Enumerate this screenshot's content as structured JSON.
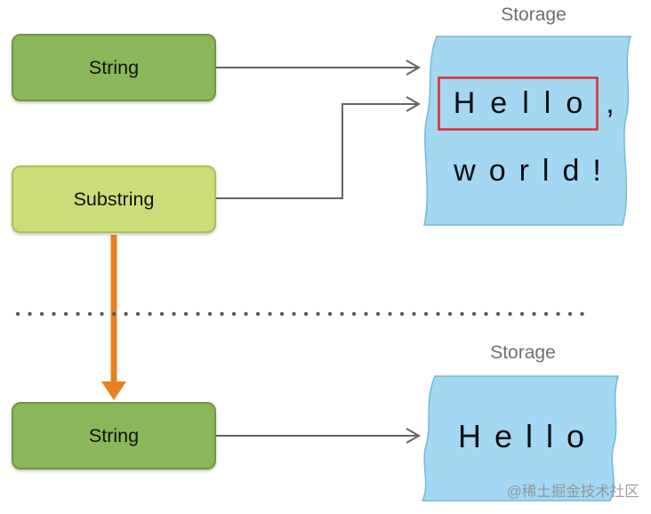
{
  "top_section": {
    "string_box_label": "String",
    "substring_box_label": "Substring",
    "storage": {
      "title": "Storage",
      "highlighted_text": "Hello",
      "after_highlight": ",",
      "line2": "world!"
    }
  },
  "bottom_section": {
    "string_box_label": "String",
    "storage": {
      "title": "Storage",
      "line1": "Hello"
    }
  },
  "watermark": "@稀土掘金技术社区",
  "colors": {
    "string_box_fill": "#8cb65a",
    "string_box_border": "#6d9744",
    "substring_box_fill": "#ccdd78",
    "substring_box_border": "#a9c156",
    "storage_fill": "#a3d7f2",
    "storage_border": "#75b8da",
    "connector_gray": "#646464",
    "highlight_red": "#dc2f2f",
    "mutation_arrow_orange": "#e8801f",
    "divider_dot": "#575757",
    "storage_title_gray": "#6f6f6f"
  }
}
